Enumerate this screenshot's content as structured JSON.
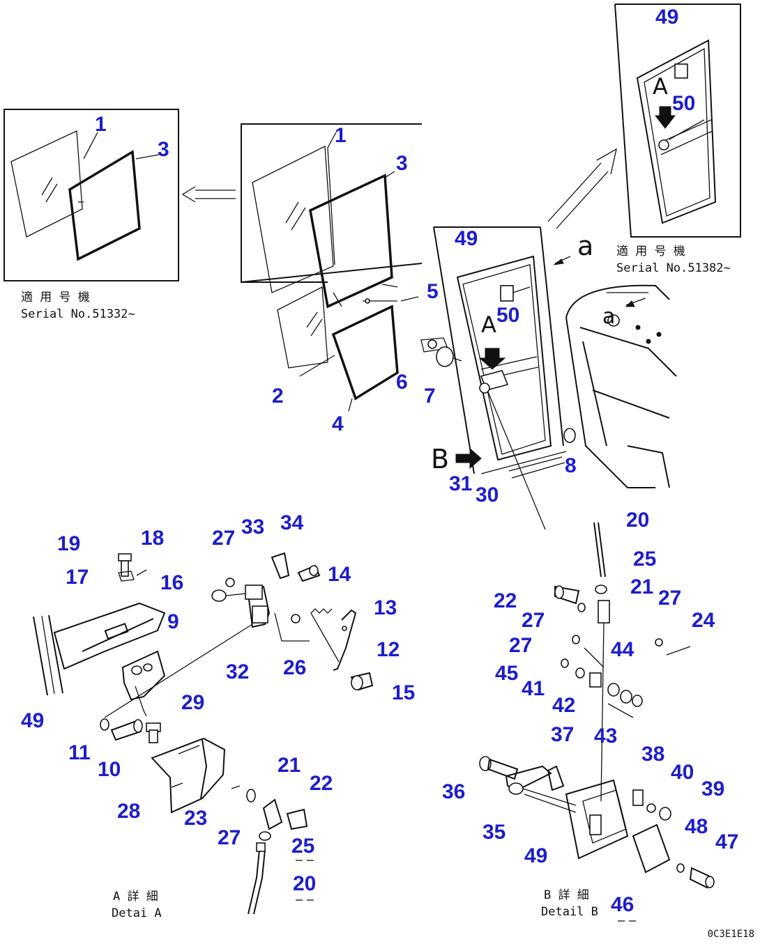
{
  "captions": {
    "left_box_jp": "適 用 号 機",
    "left_box_en": "Serial No.51332~",
    "right_box_jp": "適 用 号 機",
    "right_box_en": "Serial No.51382~",
    "detail_a_jp": "A 詳 細",
    "detail_a_en": "Detai A",
    "detail_b_jp": "B 詳 細",
    "detail_b_en": "Detail B",
    "marker_a_top": "a",
    "marker_a_cab": "a",
    "marker_A_right": "A",
    "marker_A_center": "A",
    "marker_B": "B",
    "drawing_code": "0C3E1E18"
  },
  "callouts": [
    {
      "id": "c1a",
      "text": "1"
    },
    {
      "id": "c3a",
      "text": "3"
    },
    {
      "id": "c1b",
      "text": "1"
    },
    {
      "id": "c3b",
      "text": "3"
    },
    {
      "id": "c5",
      "text": "5"
    },
    {
      "id": "c2",
      "text": "2"
    },
    {
      "id": "c4",
      "text": "4"
    },
    {
      "id": "c6",
      "text": "6"
    },
    {
      "id": "c7",
      "text": "7"
    },
    {
      "id": "c49a",
      "text": "49"
    },
    {
      "id": "c50a",
      "text": "50"
    },
    {
      "id": "c49b",
      "text": "49"
    },
    {
      "id": "c50b",
      "text": "50"
    },
    {
      "id": "c8",
      "text": "8"
    },
    {
      "id": "c31",
      "text": "31"
    },
    {
      "id": "c30",
      "text": "30"
    },
    {
      "id": "c19",
      "text": "19"
    },
    {
      "id": "c18",
      "text": "18"
    },
    {
      "id": "c17",
      "text": "17"
    },
    {
      "id": "c16",
      "text": "16"
    },
    {
      "id": "c9",
      "text": "9"
    },
    {
      "id": "c49c",
      "text": "49"
    },
    {
      "id": "c11",
      "text": "11"
    },
    {
      "id": "c10",
      "text": "10"
    },
    {
      "id": "c29",
      "text": "29"
    },
    {
      "id": "c28",
      "text": "28"
    },
    {
      "id": "c23",
      "text": "23"
    },
    {
      "id": "c27a",
      "text": "27"
    },
    {
      "id": "c21a",
      "text": "21"
    },
    {
      "id": "c22a",
      "text": "22"
    },
    {
      "id": "c25a",
      "text": "25"
    },
    {
      "id": "c20a",
      "text": "20"
    },
    {
      "id": "c27b",
      "text": "27"
    },
    {
      "id": "c33",
      "text": "33"
    },
    {
      "id": "c34",
      "text": "34"
    },
    {
      "id": "c14",
      "text": "14"
    },
    {
      "id": "c13",
      "text": "13"
    },
    {
      "id": "c12",
      "text": "12"
    },
    {
      "id": "c15",
      "text": "15"
    },
    {
      "id": "c26",
      "text": "26"
    },
    {
      "id": "c32",
      "text": "32"
    },
    {
      "id": "c20b",
      "text": "20"
    },
    {
      "id": "c25b",
      "text": "25"
    },
    {
      "id": "c21b",
      "text": "21"
    },
    {
      "id": "c27c",
      "text": "27"
    },
    {
      "id": "c22b",
      "text": "22"
    },
    {
      "id": "c27d",
      "text": "27"
    },
    {
      "id": "c24",
      "text": "24"
    },
    {
      "id": "c27e",
      "text": "27"
    },
    {
      "id": "c44",
      "text": "44"
    },
    {
      "id": "c45",
      "text": "45"
    },
    {
      "id": "c41",
      "text": "41"
    },
    {
      "id": "c42",
      "text": "42"
    },
    {
      "id": "c43",
      "text": "43"
    },
    {
      "id": "c37",
      "text": "37"
    },
    {
      "id": "c38",
      "text": "38"
    },
    {
      "id": "c40",
      "text": "40"
    },
    {
      "id": "c39",
      "text": "39"
    },
    {
      "id": "c36",
      "text": "36"
    },
    {
      "id": "c35",
      "text": "35"
    },
    {
      "id": "c49d",
      "text": "49"
    },
    {
      "id": "c48",
      "text": "48"
    },
    {
      "id": "c47",
      "text": "47"
    },
    {
      "id": "c46",
      "text": "46"
    }
  ],
  "colors": {
    "callout": "#1d1dcc",
    "line": "#111111",
    "background": "#ffffff"
  }
}
